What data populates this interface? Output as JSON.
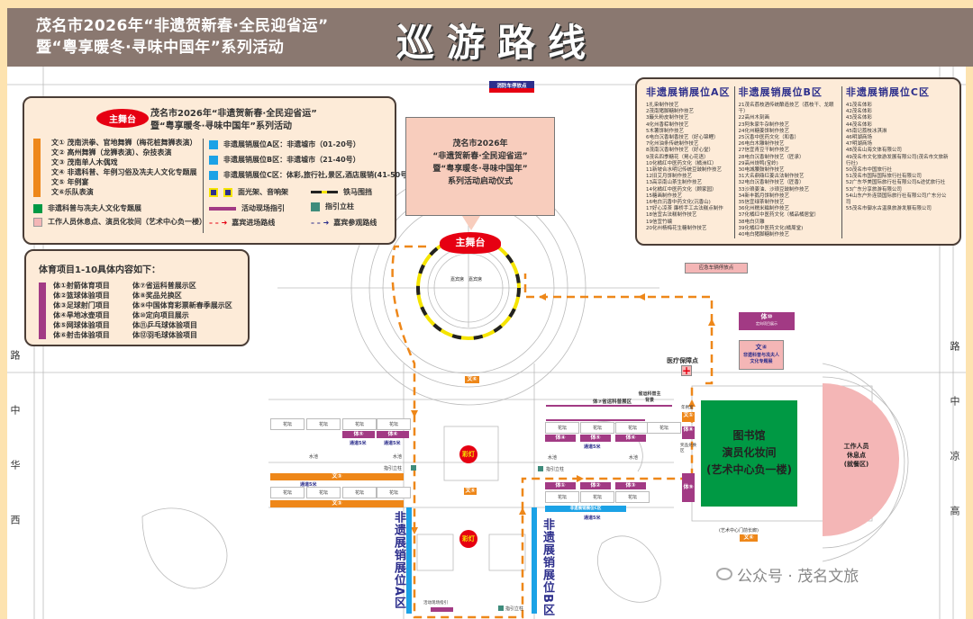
{
  "header": {
    "title_line1": "茂名市2026年“非遗贺新春·全民迎省运”",
    "title_line2": "暨“粤享暖冬·寻味中国年”系列活动",
    "big_title": "巡游路线"
  },
  "legend": {
    "stage_badge": "主舞台",
    "title_line1": "茂名市2026年“非遗贺新春·全民迎省运”",
    "title_line2": "暨“粤享暖冬·寻味中国年”系列活动",
    "culture_items": [
      "文① 茂南洪拳、官地舞狮（梅花桩舞狮表演）",
      "文② 高州舞狮（龙狮表演）、杂技表演",
      "文③ 茂南单人木偶戏",
      "文④ 非遗科普、年例习俗及冼夫人文化专题展",
      "文⑤ 年例宴",
      "文⑥乐队表演"
    ],
    "green_item": "非遗科普与冼夫人文化专题展",
    "pink_item": "工作人员休息点、演员化妆间（艺术中心负一楼）",
    "zone_a": "非遗展销展位A区：非遗墟市（01-20号）",
    "zone_b": "非遗展销展位B区：非遗墟市（21-40号）",
    "zone_c": "非遗展销展位C区：体彩,旅行社,景区,酒店展销(41-50号)",
    "lighting": "面光架、音响架",
    "barrier": "铁马围挡",
    "guide": "活动现场指引",
    "pillar": "指引立柱",
    "guest_route": "嘉宾进场路线",
    "visit_route": "嘉宾参观路线",
    "colors": {
      "orange": "#ee8719",
      "green": "#009944",
      "pink": "#f4b6b6",
      "blue": "#1ba2e6",
      "magenta": "#a23a84",
      "teal": "#3f8c7c",
      "red": "#e60012",
      "navy": "#2d2f8c"
    }
  },
  "sports": {
    "title": "体育项目1-10具体内容如下：",
    "left": [
      "体①射箭体育项目",
      "体②篮球体验项目",
      "体③足球射门项目",
      "体④旱地冰壶项目",
      "体⑤网球体验项目",
      "体⑥射击体验项目"
    ],
    "right": [
      "体⑦省运科普展示区",
      "体⑧奖品兑换区",
      "体⑨中国体育彩票新春季展示区",
      "体⑩定向项目展示",
      "体⑪乒乓球体验项目",
      "体⑫羽毛球体验项目"
    ]
  },
  "callout": {
    "lines": [
      "茂名市2026年",
      "“非遗贺新春·全民迎省运”",
      "暨“粤享暖冬·寻味中国年”",
      "系列活动启动仪式"
    ]
  },
  "vendors": {
    "a": {
      "title": "非遗展销展位A区",
      "items": [
        "1扎染制作技艺",
        "2茂南猪脚糖制作技艺",
        "3簸头粉皮制作技艺",
        "4化州香粽制作技艺",
        "5木薯饼制作技艺",
        "6电白沉香制香技艺（好心锦鲤）",
        "7化州油条传统制作技艺",
        "8茂南沉香制作技艺（好心堂）",
        "9茂名四季糖花（晃心花语）",
        "10化橘红中医药文化（橘洲红）",
        "11新坡合水明记传统豆豉制作技艺",
        "12旧艾月饼制作技艺",
        "13高凉南山茶生制作技艺",
        "14化橘红中医药文化（顾家园）",
        "15糖画制作技艺",
        "16电白沉香中药文化(沉香山)",
        "17好心凉茶 廉桥手工古法糕点制作",
        "18信宜古法糕制作技艺",
        "19信宜竹编",
        "20化州杨梅花生糖制作技艺"
      ]
    },
    "b": {
      "title": "非遗展销展位B区",
      "items": [
        "21茂名荔枝酒传统酿造技艺（荔枝干、龙眼干）",
        "22高州木刻画",
        "23阿朱家牛杂制作技艺",
        "24化州糖姜饼制作技艺",
        "25沉香中医药文化（和香）",
        "26电白木雕制作技艺",
        "27信宜青豆干制作技艺",
        "28电白沉香制作技艺（匠承）",
        "29高州烧鸭(宝岭)",
        "30电城腰鼓制作技艺",
        "31大名鼎鼎红姜古法制作技艺",
        "32电白沉香制作技艺（匠香）",
        "33沙琅姜油、沙琅豆豉制作技艺",
        "34新丰鹅月饼制作技艺",
        "35信宜绿茶制作技艺",
        "36化州糯米糍制作技艺",
        "37化橘红中医药文化（橘品橘居堂）",
        "38电白贝雕",
        "39化橘红中医药文化(橘周堂)",
        "40电白猪脚糖制作技艺"
      ]
    },
    "c": {
      "title": "非遗展销展位C区",
      "items": [
        "41茂名体彩",
        "42茂名体彩",
        "43茂名体彩",
        "44茂名体彩",
        "45南记荔枝冰淇淋",
        "46明湖商场",
        "47明湖商场",
        "48茂名山海文体有限公司",
        "49茂名市文化旅游发展有限公司(茂名市文旅新行社)",
        "50茂名市中国旅行社",
        "51茂名市国际国际旅行社有限公司",
        "52广东华美国际旅行社有限公司&途优旅行社",
        "53广东分享旅游有限公司",
        "54山东户外连锁国际旅行社有限公司广东分公司",
        "55茂名市御水古温泉旅游发展有限公司"
      ]
    }
  },
  "map": {
    "main_stage": "主舞台",
    "fire_truck": "消防车停放点",
    "emergency_vehicle": "应急车辆停放点",
    "medical": "医疗保障点",
    "lantern": "彩灯",
    "t10": "体⑩",
    "t10_sub": "定向项目展示",
    "w4": "文④",
    "w4_sub": "非遗科普与冼夫人文化专题展",
    "t7": "体⑦省运科普展区",
    "t7_bg": "省运科普主背景",
    "library": [
      "图书馆",
      "演员化妆间",
      "(艺术中心负一楼)"
    ],
    "rest": [
      "工作人员",
      "休息点",
      "(就餐区)"
    ],
    "art_center_plaza": "(艺术中心门前长廊)",
    "w6": "文⑥",
    "w1": "文①",
    "w2": "文②",
    "w5": "文⑤",
    "w3": "文③",
    "year_feast": "年例宴",
    "t8": "体⑧",
    "t8_sub": "奖品兑换区",
    "t9": "体⑨",
    "t1": "体①",
    "t2": "体②",
    "t3": "体③",
    "t4": "体④",
    "t5": "体⑤",
    "t6": "体⑥",
    "flowerbed": "花坛",
    "channel": "通道5米",
    "pool": "水池",
    "pillar": "指引立柱",
    "zone_c_bar": "非遗展销展位C区",
    "zone_a_label": "非遗展销展位A区",
    "zone_b_label": "非遗展销展位B区",
    "guide_label": "活动现场指引",
    "seat": "嘉宾席",
    "left_road": "路中华西",
    "right_road": "路中凉高"
  },
  "watermark": {
    "text": "公众号 · 茂名文旅"
  }
}
